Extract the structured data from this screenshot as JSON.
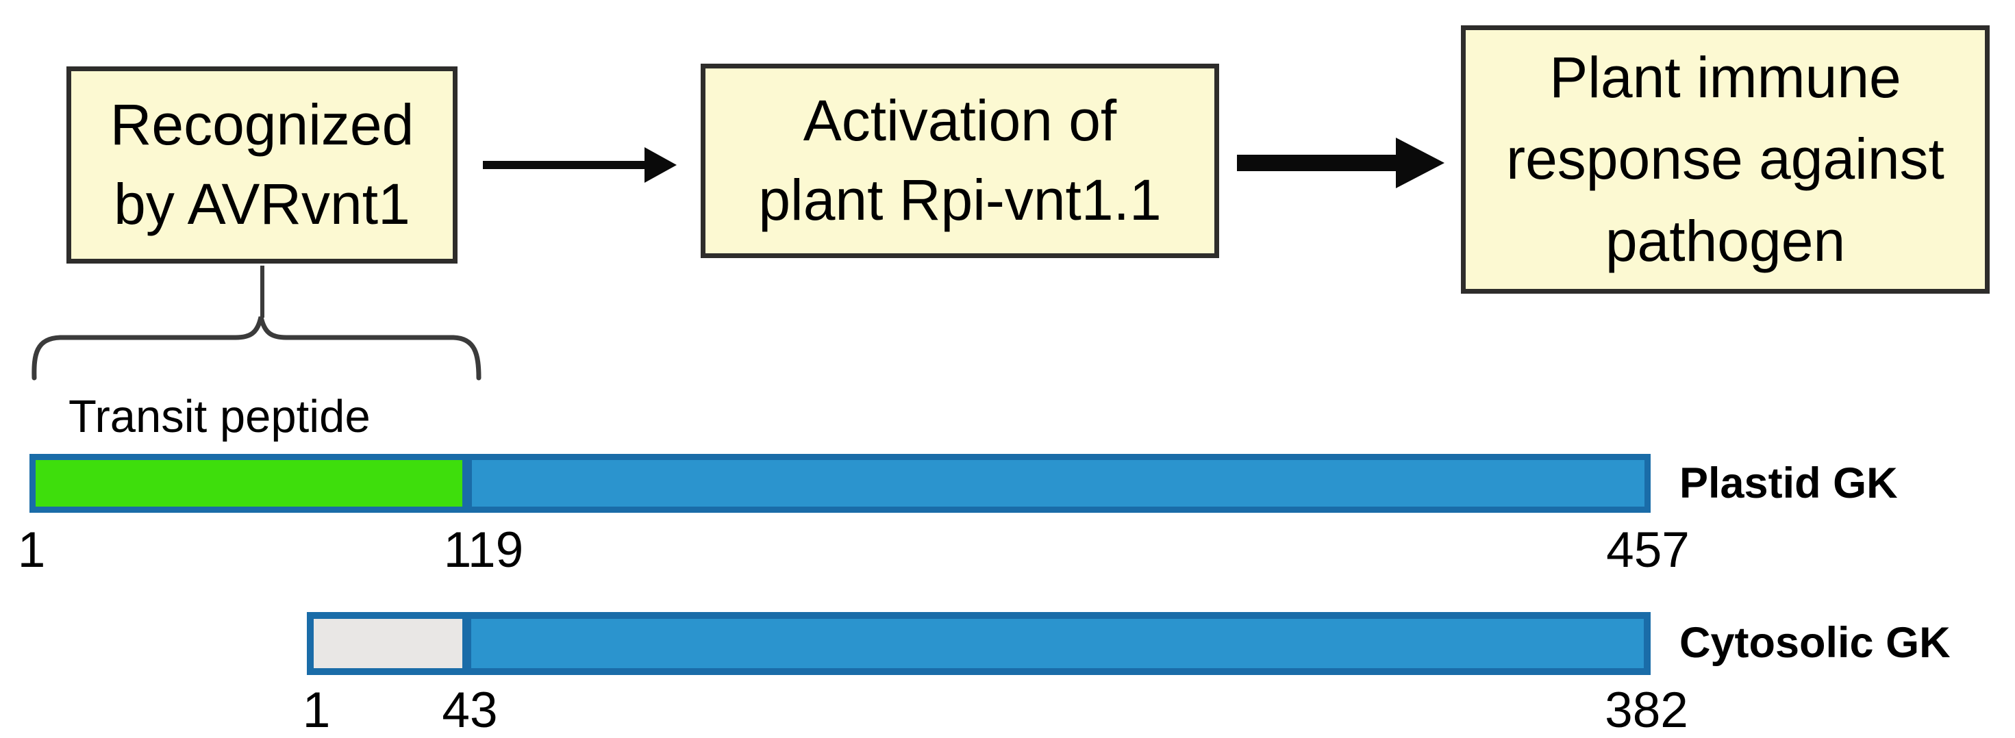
{
  "figure": {
    "type": "protein-domain-flow-diagram",
    "background": "#ffffff"
  },
  "colors": {
    "box_fill": "#FCF9D2",
    "box_border": "#2E2D2B",
    "bar_fill_blue": "#2B94CE",
    "bar_border_blue": "#1A6CA8",
    "transit_green": "#3EDE0C",
    "cytosolic_gray": "#E9E7E5",
    "arrow_black": "#0A0A0A",
    "brace_gray": "#3B3B3B"
  },
  "flow_boxes": [
    {
      "lines": [
        "Recognized",
        "by AVRvnt1"
      ]
    },
    {
      "lines": [
        "Activation of",
        "plant Rpi-vnt1.1"
      ]
    },
    {
      "lines": [
        "Plant immune",
        "response against",
        "pathogen"
      ]
    }
  ],
  "transit_peptide_label": "Transit peptide",
  "proteins": [
    {
      "name": "Plastid GK",
      "start": "1",
      "boundary": "119",
      "end": "457",
      "segment": "transit peptide (green)"
    },
    {
      "name": "Cytosolic GK",
      "start": "1",
      "boundary": "43",
      "end": "382",
      "segment": "N-terminal region (gray)"
    }
  ]
}
